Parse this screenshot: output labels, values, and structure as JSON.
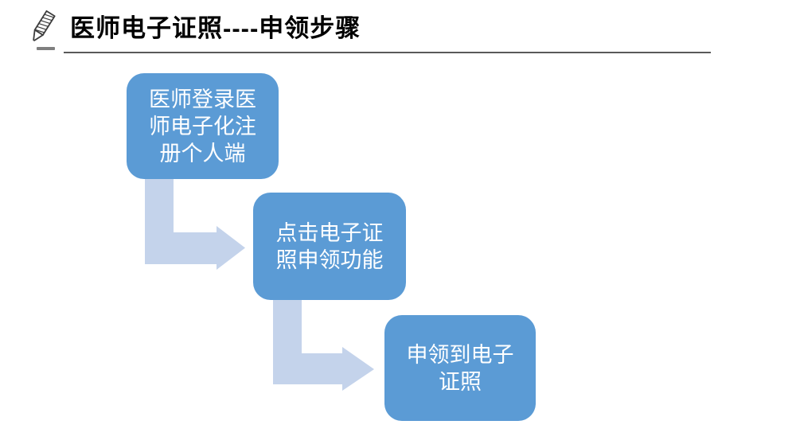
{
  "header": {
    "icon": "pencil-icon",
    "title": "医师电子证照----申领步骤",
    "title_color": "#000000",
    "underline_color": "#595959"
  },
  "flowchart": {
    "type": "staircase-step-diagram",
    "box_color": "#5B9BD5",
    "arrow_color": "#C4D3EB",
    "text_color": "#ffffff",
    "steps": [
      {
        "label": "医师登录医师电子化注册个人端"
      },
      {
        "label": "点击电子证照申领功能"
      },
      {
        "label": "申领到电子证照"
      }
    ]
  }
}
